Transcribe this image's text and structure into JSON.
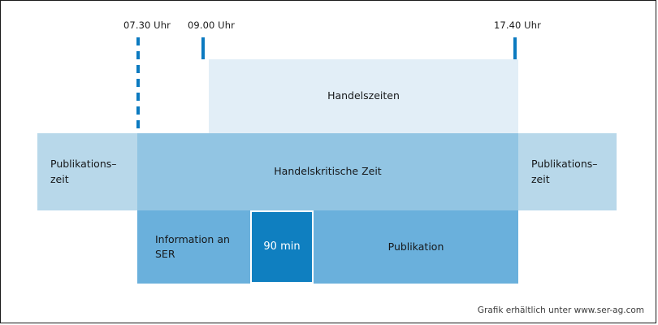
{
  "diagram": {
    "title_hidden": "",
    "axis": {
      "ticks": [
        {
          "label": "07.30 Uhr",
          "style": "dashed"
        },
        {
          "label": "09.00 Uhr",
          "style": "solid"
        },
        {
          "label": "17.40 Uhr",
          "style": "solid"
        }
      ]
    },
    "bands": {
      "trading_hours": "Handelszeiten",
      "publication_window_left": "Publikations–\nzeit",
      "publication_window_right": "Publikations–\nzeit",
      "critical_time": "Handelskritische Zeit",
      "information_ser": "Information an\nSER",
      "ninety_minutes": "90 min",
      "publication": "Publikation"
    },
    "colors": {
      "trading_hours": "#e2eef7",
      "publication_window": "#b8d8ea",
      "critical_time": "#92c5e3",
      "action_row": "#6ab0dc",
      "ninety_minutes": "#0f7fc0",
      "tick": "#0b7ac0",
      "border": "#1a1a1a",
      "text": "#16181a"
    }
  },
  "footer": {
    "note": "Grafik erhältlich unter www.ser-ag.com"
  }
}
